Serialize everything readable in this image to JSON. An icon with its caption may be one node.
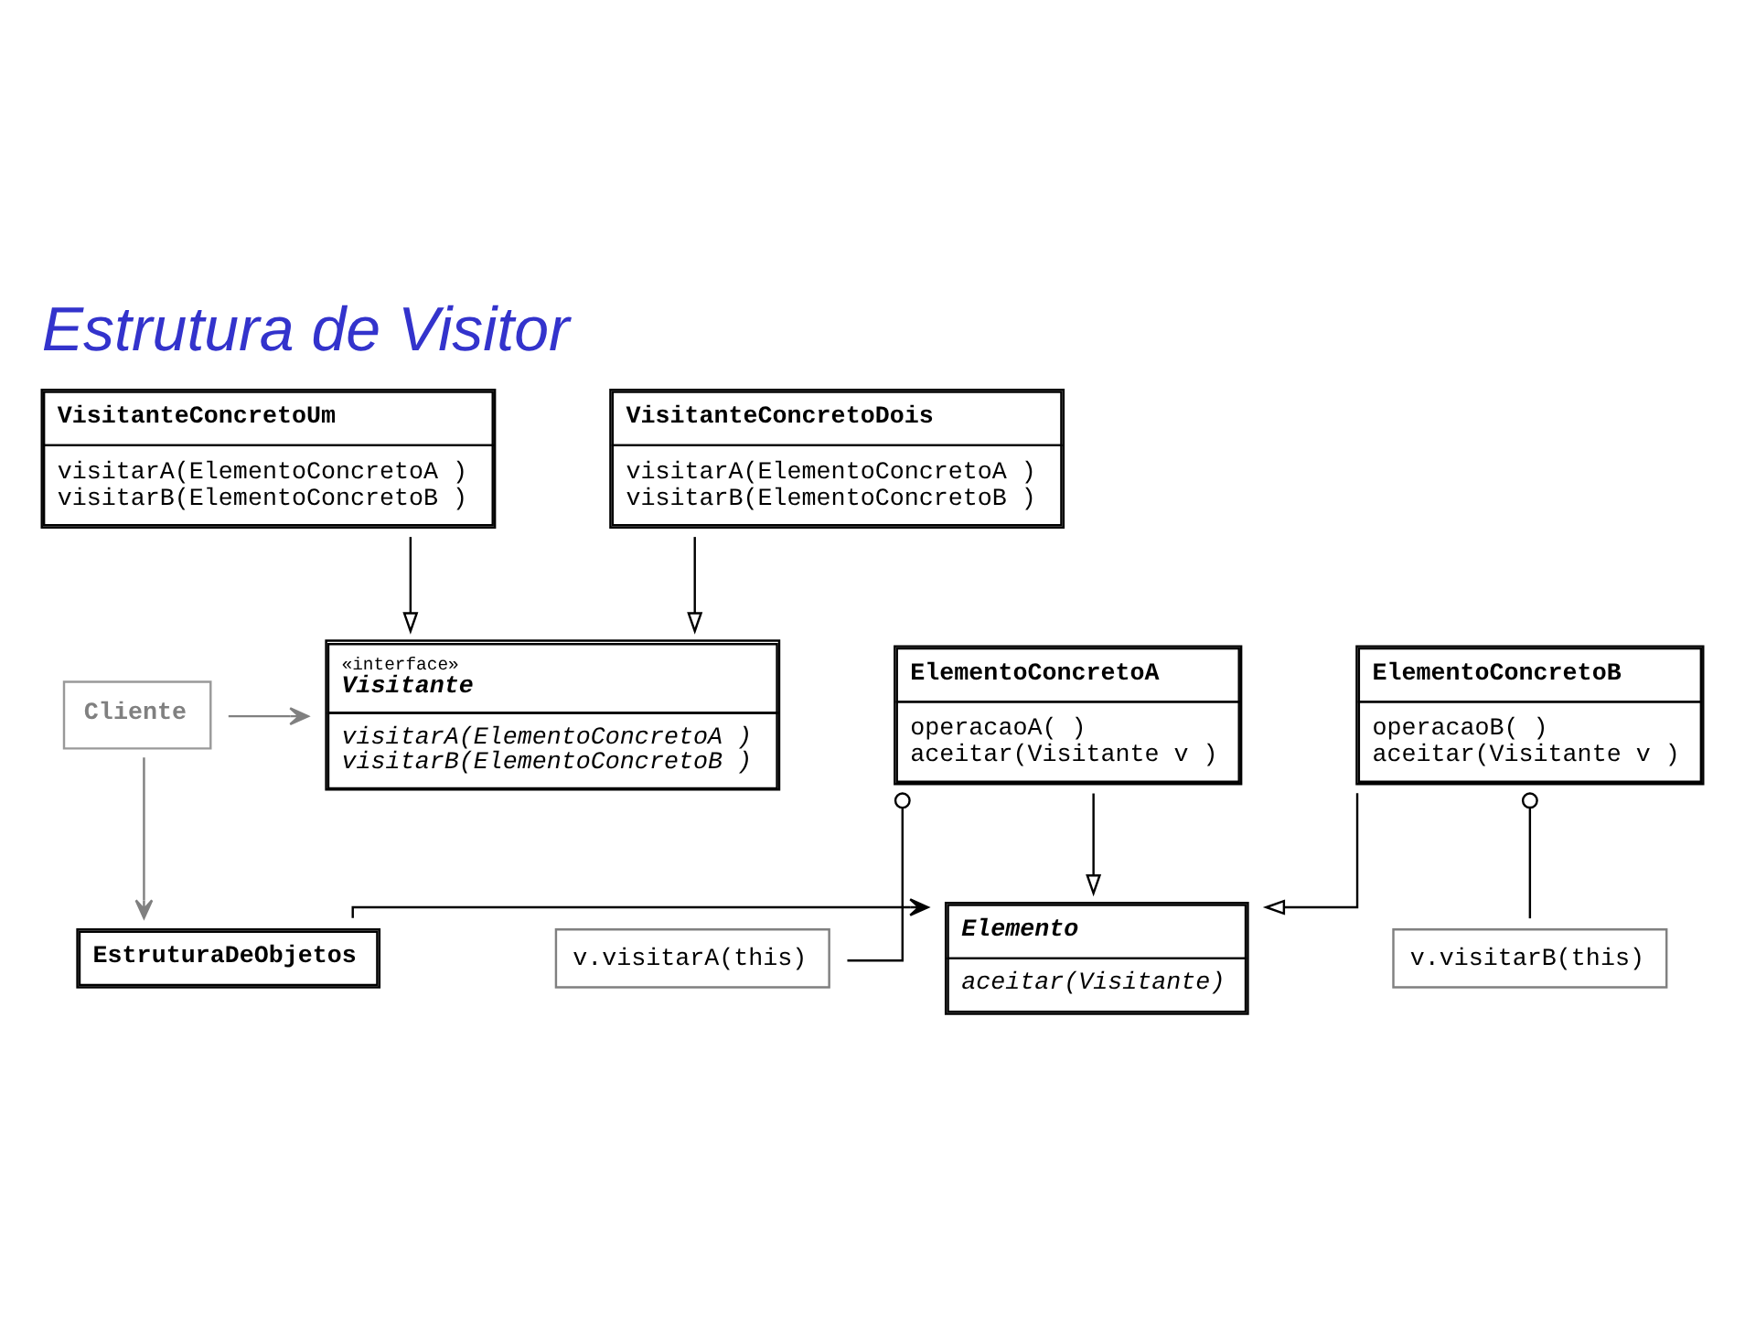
{
  "diagram": {
    "title": "Estrutura de Visitor",
    "nodes": [
      {
        "text": [
          "Cliente"
        ]
      },
      {
        "text": [
          "«interface»",
          "Visitante",
          "visitarA(ElementoConcretoA )",
          "visitarB(ElementoConcretoB )"
        ]
      },
      {
        "text": [
          "VisitanteConcretoUm",
          "visitarA(ElementoConcretoA )",
          "visitarB(ElementoConcretoB )"
        ]
      },
      {
        "text": [
          "VisitanteConcretoDois",
          "visitarA(ElementoConcretoA )",
          "visitarB(ElementoConcretoB )"
        ]
      },
      {
        "text": [
          "EstruturaDeObjetos"
        ]
      },
      {
        "text": [
          "Elemento",
          "aceitar(Visitante)"
        ]
      },
      {
        "text": [
          "ElementoConcretoA",
          "operacaoA( )",
          "aceitar(Visitante v )"
        ]
      },
      {
        "text": [
          "ElementoConcretoB",
          "operacaoB( )",
          "aceitar(Visitante v )"
        ]
      },
      {
        "text": [
          "v.visitarA(this)"
        ]
      },
      {
        "text": [
          "v.visitarB(this)"
        ]
      }
    ],
    "edges": [
      {
        "from": 0,
        "to": 1,
        "arrow": "to",
        "color": "#808080"
      },
      {
        "from": 2,
        "to": 1,
        "arrow": "to"
      },
      {
        "from": 3,
        "to": 1,
        "arrow": "to"
      },
      {
        "from": 0,
        "to": 4,
        "arrow": "to",
        "color": "#808080"
      },
      {
        "from": 4,
        "to": 5,
        "arrow": "to"
      },
      {
        "from": 6,
        "to": 5,
        "arrow": "to"
      },
      {
        "from": 7,
        "to": 5,
        "arrow": "to"
      },
      {
        "from": 6,
        "to": 8,
        "arrow": "other"
      },
      {
        "from": 7,
        "to": 9,
        "arrow": "other"
      }
    ]
  }
}
